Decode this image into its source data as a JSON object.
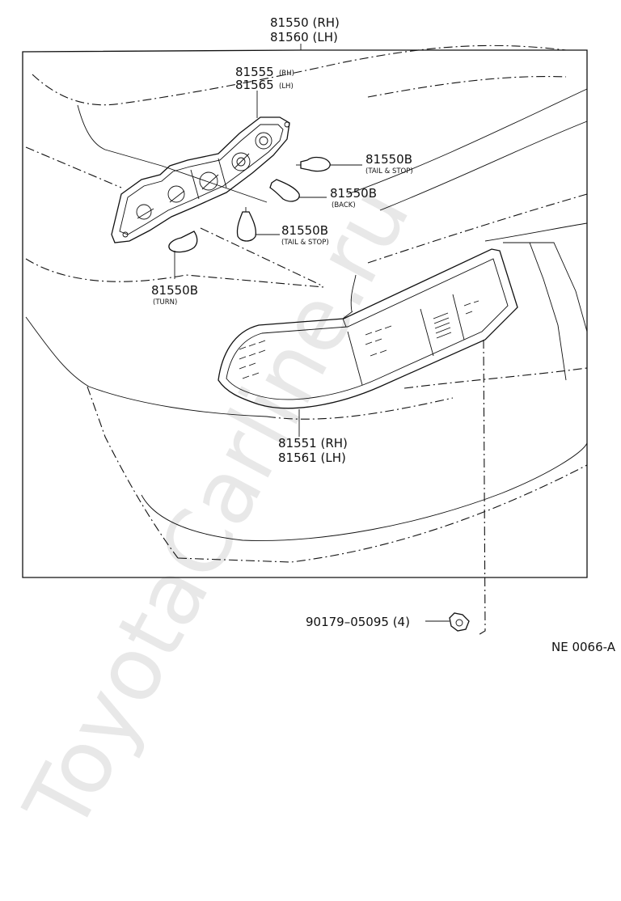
{
  "watermark": "ToyotaCarline.ru",
  "diagram_code": "NE 0066-A",
  "parts": {
    "assembly": {
      "rh": "81550 (RH)",
      "lh": "81560 (LH)"
    },
    "socket_plate": {
      "number_a": "81555",
      "suffix_a": "(RH)",
      "number_b": "81565",
      "suffix_b": "(LH)"
    },
    "bulb_tail_upper": {
      "number": "81550B",
      "note": "(TAIL & STOP)"
    },
    "bulb_back": {
      "number": "81550B",
      "note": "(BACK)"
    },
    "bulb_tail_lower": {
      "number": "81550B",
      "note": "(TAIL & STOP)"
    },
    "bulb_turn": {
      "number": "81550B",
      "note": "(TURN)"
    },
    "lens": {
      "rh": "81551 (RH)",
      "lh": "81561 (LH)"
    },
    "nut": {
      "number": "90179–05095 (4)"
    }
  }
}
